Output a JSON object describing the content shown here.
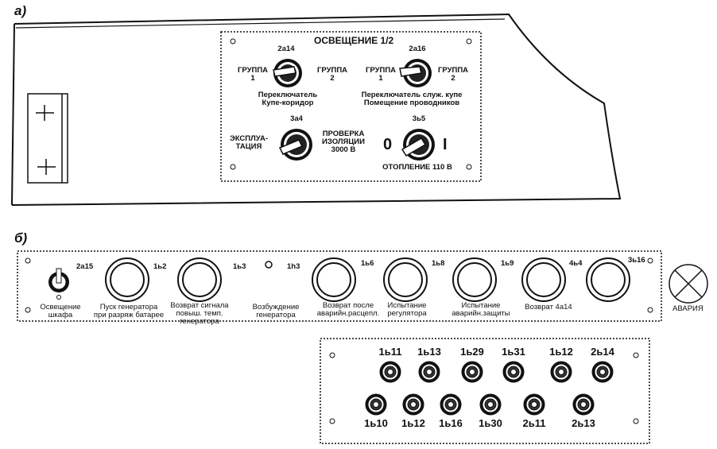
{
  "sections": {
    "a": "а)",
    "b": "б)"
  },
  "panel_a": {
    "title": "ОСВЕЩЕНИЕ 1/2",
    "switch1": {
      "code": "2а14",
      "left": "ГРУППА\n1",
      "right": "ГРУППА\n2",
      "caption": "Переключатель\nКупе-коридор"
    },
    "switch2": {
      "code": "2а16",
      "left": "ГРУППА\n1",
      "right": "ГРУППА\n2",
      "caption": "Переключатель служ. купе\nПомещение проводников"
    },
    "switch3": {
      "code": "3а4",
      "left": "ЭКСПЛУА-\nТАЦИЯ",
      "right": "ПРОВЕРКА\nИЗОЛЯЦИИ\n3000 В"
    },
    "switch4": {
      "code": "3ь5",
      "left": "0",
      "right": "I",
      "caption": "ОТОПЛЕНИЕ 110 В"
    }
  },
  "panel_b": {
    "toggle": {
      "code": "2а15",
      "caption": "Освещение\nшкафа"
    },
    "buttons": [
      {
        "code": "1ь2",
        "caption": "Пуск генератора\nпри разряж батарее"
      },
      {
        "code": "1ь3",
        "caption": "Возврат сигнала\nповыш. темп.\nгенератора"
      },
      {
        "code": "1h3",
        "caption": "Возбуждение\nгенератора"
      },
      {
        "code": "1ь6",
        "caption": "Возврат после\nаварийн.расцепл."
      },
      {
        "code": "1ь8",
        "caption": "Испытание\nрегулятора"
      },
      {
        "code": "1ь9",
        "caption": "Испытание\nаварийн.защиты"
      },
      {
        "code": "4ь4",
        "caption": "Возврат 4а14"
      },
      {
        "code": "3ь16",
        "caption": ""
      }
    ],
    "alarm": "АВАРИЯ"
  },
  "panel_c": {
    "top_row": [
      "1ь11",
      "1ь13",
      "1ь29",
      "1ь31",
      "1ь12",
      "2ь14"
    ],
    "bottom_row": [
      "1ь10",
      "1ь12",
      "1ь16",
      "1ь30",
      "2ь11",
      "2ь13"
    ]
  }
}
